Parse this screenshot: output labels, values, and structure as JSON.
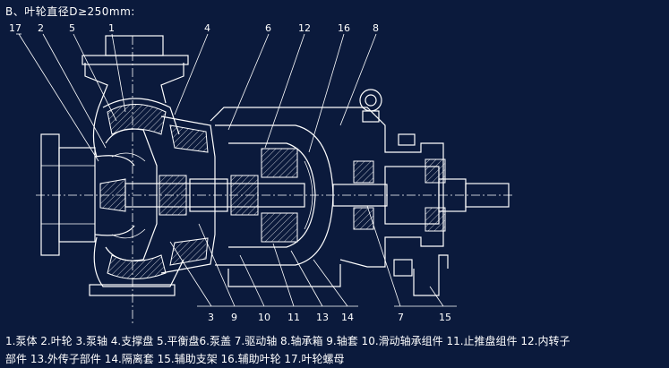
{
  "title": "B、叶轮直径D≥250mm:",
  "callouts": [
    "17",
    "2",
    "5",
    "1",
    "4",
    "6",
    "12",
    "16",
    "8",
    "3",
    "9",
    "10",
    "11",
    "13",
    "14",
    "7",
    "15"
  ],
  "legend": {
    "line1": "1.泵体 2.叶轮 3.泵轴 4.支撑盘 5.平衡盘6.泵盖 7.驱动轴 8.轴承箱 9.轴套 10.滑动轴承组件 11.止推盘组件 12.内转子",
    "line2": "部件 13.外传子部件 14.隔离套 15.辅助支架 16.辅助叶轮 17.叶轮螺母"
  },
  "colors": {
    "background": "#0b1a3c",
    "line": "#ffffff"
  }
}
